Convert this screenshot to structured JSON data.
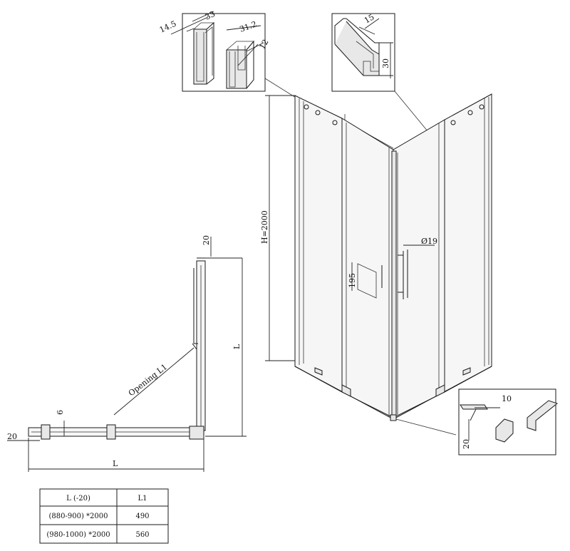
{
  "detail_top_left": {
    "dim_a": "14.5",
    "dim_b": "33",
    "dim_c": "31.2",
    "dim_d": "12"
  },
  "detail_top_right": {
    "dim_width": "15",
    "dim_height": "30"
  },
  "detail_bottom_right": {
    "dim_width": "10",
    "dim_height": "20"
  },
  "enclosure": {
    "height_label": "H=2000",
    "handle_diameter": "Ø19",
    "handle_spacing": "195"
  },
  "plan_view": {
    "top_gap": "20",
    "side_gap": "20",
    "bottom_offset": "6",
    "height_label": "L",
    "width_label": "L",
    "opening_label": "Opening L1"
  },
  "size_table": {
    "headers": [
      "L (-20)",
      "L1"
    ],
    "rows": [
      [
        "(880-900) *2000",
        "490"
      ],
      [
        "(980-1000) *2000",
        "560"
      ]
    ]
  }
}
